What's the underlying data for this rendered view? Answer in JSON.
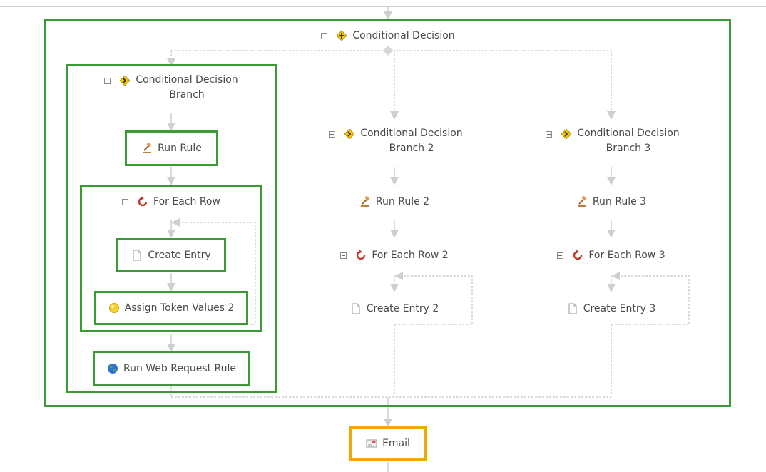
{
  "workflow": {
    "root": {
      "label": "Conditional Decision",
      "icon": "conditional-decision-icon"
    },
    "branches": [
      {
        "title_line1": "Conditional Decision",
        "title_line2": "Branch",
        "icon": "branch-icon",
        "steps": [
          {
            "label": "Run Rule",
            "icon": "gavel-icon"
          },
          {
            "label": "For Each Row",
            "icon": "loop-icon"
          },
          {
            "label": "Create Entry",
            "icon": "document-icon"
          },
          {
            "label": "Assign Token Values 2",
            "icon": "token-icon"
          },
          {
            "label": "Run Web Request Rule",
            "icon": "globe-icon"
          }
        ]
      },
      {
        "title_line1": "Conditional Decision",
        "title_line2": "Branch 2",
        "icon": "branch-icon",
        "steps": [
          {
            "label": "Run Rule 2",
            "icon": "gavel-icon"
          },
          {
            "label": "For Each Row 2",
            "icon": "loop-icon"
          },
          {
            "label": "Create Entry 2",
            "icon": "document-icon"
          }
        ]
      },
      {
        "title_line1": "Conditional Decision",
        "title_line2": "Branch 3",
        "icon": "branch-icon",
        "steps": [
          {
            "label": "Run Rule 3",
            "icon": "gavel-icon"
          },
          {
            "label": "For Each Row 3",
            "icon": "loop-icon"
          },
          {
            "label": "Create Entry 3",
            "icon": "document-icon"
          }
        ]
      }
    ],
    "final": {
      "label": "Email",
      "icon": "email-icon"
    }
  },
  "colors": {
    "highlight_green": "#3a9b35",
    "highlight_orange": "#f2a90b",
    "connector": "#cfcfcf",
    "text": "#4a4a4a"
  }
}
